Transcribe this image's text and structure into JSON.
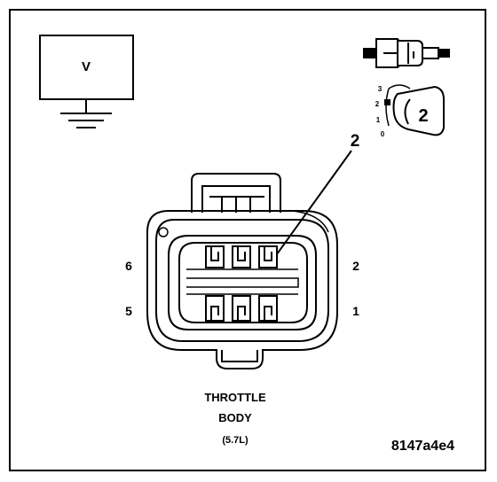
{
  "meter": {
    "symbol": "V"
  },
  "selector": {
    "scale": [
      "3",
      "2",
      "1",
      "0"
    ],
    "setting": "2"
  },
  "callout": {
    "number": "2"
  },
  "pins": {
    "top_left": "6",
    "top_right": "2",
    "bottom_left": "5",
    "bottom_right": "1"
  },
  "caption": {
    "line1": "THROTTLE",
    "line2": "BODY",
    "line3": "(5.7L)"
  },
  "figure_id": "8147a4e4"
}
